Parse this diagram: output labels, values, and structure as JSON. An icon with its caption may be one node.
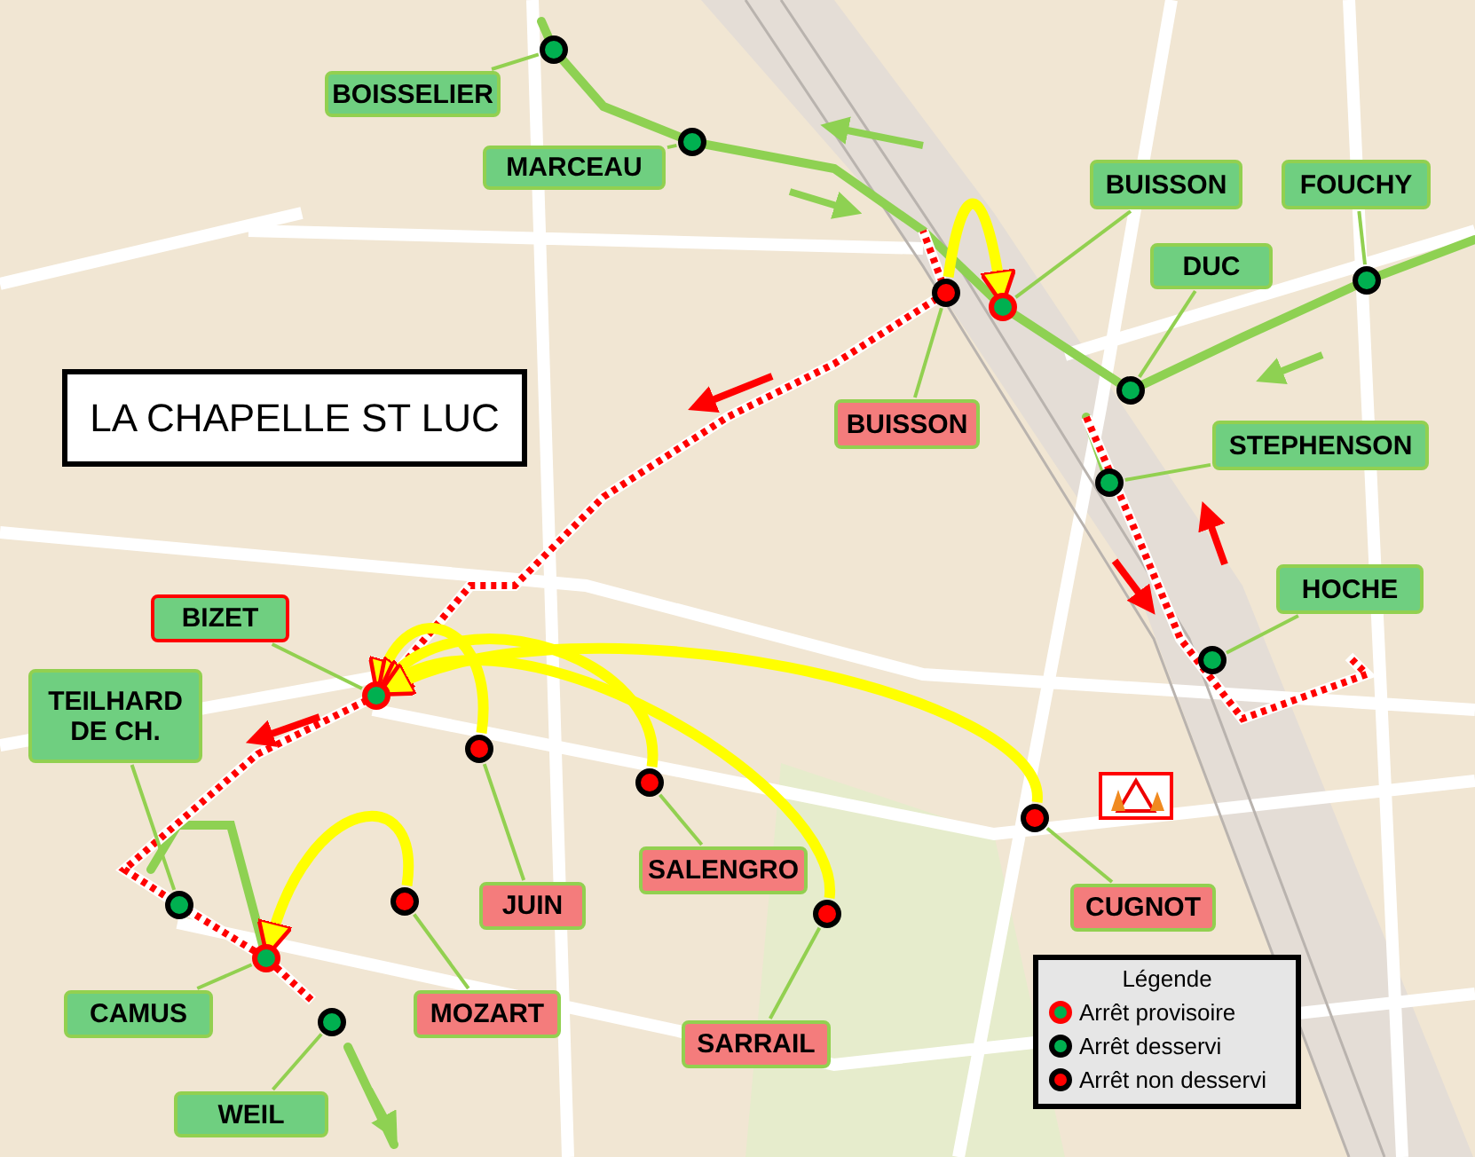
{
  "diagram": {
    "title": "LA CHAPELLE ST LUC",
    "nodes": [
      {
        "text": [
          "BOISSELIER"
        ]
      },
      {
        "text": [],
        "shape": "circle"
      },
      {
        "text": [
          "MARCEAU"
        ]
      },
      {
        "text": [],
        "shape": "circle"
      },
      {
        "text": [
          "BUISSON"
        ]
      },
      {
        "text": [],
        "shape": "circle"
      },
      {
        "text": [
          "FOUCHY"
        ]
      },
      {
        "text": [],
        "shape": "circle"
      },
      {
        "text": [
          "DUC"
        ]
      },
      {
        "text": [],
        "shape": "circle"
      },
      {
        "text": [
          "BUISSON"
        ]
      },
      {
        "text": [],
        "shape": "circle"
      },
      {
        "text": [
          "STEPHENSON"
        ]
      },
      {
        "text": [],
        "shape": "circle"
      },
      {
        "text": [
          "BIZET"
        ]
      },
      {
        "text": [],
        "shape": "circle"
      },
      {
        "text": [
          "HOCHE"
        ]
      },
      {
        "text": [],
        "shape": "circle"
      },
      {
        "text": [
          "TEILHARD DE CH."
        ]
      },
      {
        "text": [],
        "shape": "circle"
      },
      {
        "text": [
          "JUIN"
        ]
      },
      {
        "text": [],
        "shape": "circle"
      },
      {
        "text": [
          "SALENGRO"
        ]
      },
      {
        "text": [],
        "shape": "circle"
      },
      {
        "text": [
          "CUGNOT"
        ]
      },
      {
        "text": [],
        "shape": "circle"
      },
      {
        "text": [
          "MOZART"
        ]
      },
      {
        "text": [],
        "shape": "circle"
      },
      {
        "text": [
          "CAMUS"
        ]
      },
      {
        "text": [],
        "shape": "circle"
      },
      {
        "text": [
          "SARRAIL"
        ]
      },
      {
        "text": [],
        "shape": "circle"
      },
      {
        "text": [
          "WEIL"
        ]
      },
      {
        "text": [],
        "shape": "circle"
      }
    ],
    "edges": [
      {
        "from": 0,
        "to": 1,
        "arrow": "none"
      },
      {
        "from": 2,
        "to": 3,
        "arrow": "none"
      },
      {
        "from": 4,
        "to": 5,
        "arrow": "none"
      },
      {
        "from": 6,
        "to": 7,
        "arrow": "none"
      },
      {
        "from": 8,
        "to": 9,
        "arrow": "none"
      },
      {
        "from": 10,
        "to": 11,
        "arrow": "none"
      },
      {
        "from": 12,
        "to": 13,
        "arrow": "none"
      },
      {
        "from": 14,
        "to": 15,
        "arrow": "none"
      },
      {
        "from": 16,
        "to": 17,
        "arrow": "none"
      },
      {
        "from": 18,
        "to": 19,
        "arrow": "none"
      },
      {
        "from": 20,
        "to": 21,
        "arrow": "none"
      },
      {
        "from": 22,
        "to": 23,
        "arrow": "none"
      },
      {
        "from": 24,
        "to": 25,
        "arrow": "none"
      },
      {
        "from": 26,
        "to": 27,
        "arrow": "none"
      },
      {
        "from": 28,
        "to": 29,
        "arrow": "none"
      },
      {
        "from": 30,
        "to": 31,
        "arrow": "none"
      },
      {
        "from": 32,
        "to": 33,
        "arrow": "none"
      },
      {
        "from": 11,
        "to": 5,
        "arrow": "to",
        "style": "thick",
        "color": "#ffff00"
      },
      {
        "from": 21,
        "to": 15,
        "arrow": "to",
        "style": "thick",
        "color": "#ffff00"
      },
      {
        "from": 23,
        "to": 15,
        "arrow": "to",
        "style": "thick",
        "color": "#ffff00"
      },
      {
        "from": 31,
        "to": 15,
        "arrow": "to",
        "style": "thick",
        "color": "#ffff00"
      },
      {
        "from": 25,
        "to": 15,
        "arrow": "to",
        "style": "thick",
        "color": "#ffff00"
      },
      {
        "from": 27,
        "to": 29,
        "arrow": "to",
        "style": "thick",
        "color": "#ffff00"
      }
    ],
    "labels": [
      "Légende"
    ],
    "legend": [
      {
        "text": "Arrêt provisoire"
      },
      {
        "text": "Arrêt desservi"
      },
      {
        "text": "Arrêt non desservi"
      }
    ]
  }
}
